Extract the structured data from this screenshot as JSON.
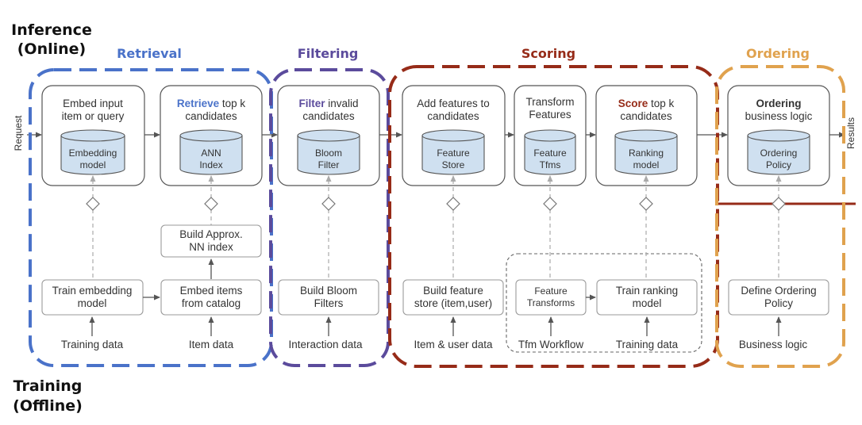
{
  "headings": {
    "inference_line1": "Inference",
    "inference_line2": "(Online)",
    "training_line1": "Training",
    "training_line2": "(Offline)"
  },
  "stages": {
    "retrieval": {
      "label": "Retrieval",
      "color": "#4a72c9"
    },
    "filtering": {
      "label": "Filtering",
      "color": "#5b4b9c"
    },
    "scoring": {
      "label": "Scoring",
      "color": "#962b18"
    },
    "ordering": {
      "label": "Ordering",
      "color": "#e0a24e"
    }
  },
  "io": {
    "request": "Request",
    "results": "Results"
  },
  "components": {
    "embed": {
      "line1": "Embed input",
      "line2": "item or query",
      "cyl1": "Embedding",
      "cyl2": "model"
    },
    "retrieve": {
      "bold": "Retrieve",
      "rest": " top k",
      "line2": "candidates",
      "cyl1": "ANN",
      "cyl2": "Index"
    },
    "filter": {
      "bold": "Filter",
      "rest": "  invalid",
      "line2": "candidates",
      "cyl1": "Bloom",
      "cyl2": "Filter"
    },
    "features": {
      "line1": "Add features to",
      "line2": "candidates",
      "cyl1": "Feature",
      "cyl2": "Store"
    },
    "transform": {
      "line1": "Transform",
      "line2": "Features",
      "cyl1": "Feature",
      "cyl2": "Tfms"
    },
    "score": {
      "bold": "Score",
      "rest": " top k",
      "line2": "candidates",
      "cyl1": "Ranking",
      "cyl2": "model"
    },
    "ordering": {
      "bold": "Ordering",
      "line2": "business logic",
      "cyl1": "Ordering",
      "cyl2": "Policy"
    }
  },
  "training": {
    "build_ann": {
      "line1": "Build Approx.",
      "line2": "NN index"
    },
    "train_embedding": {
      "line1": "Train embedding",
      "line2": "model"
    },
    "embed_items": {
      "line1": "Embed items",
      "line2": "from catalog"
    },
    "build_bloom": {
      "line1": "Build Bloom",
      "line2": "Filters"
    },
    "build_feature_store": {
      "line1": "Build feature",
      "line2": "store (item,user)"
    },
    "feature_transforms": {
      "line1": "Feature",
      "line2": "Transforms"
    },
    "train_ranking": {
      "line1": "Train ranking",
      "line2": "model"
    },
    "define_ordering": {
      "line1": "Define Ordering",
      "line2": "Policy"
    }
  },
  "data_sources": {
    "training_data_1": "Training data",
    "item_data": "Item data",
    "interaction_data": "Interaction data",
    "item_user_data": "Item & user data",
    "tfm_workflow": "Tfm Workflow",
    "training_data_2": "Training data",
    "business_logic": "Business logic"
  }
}
